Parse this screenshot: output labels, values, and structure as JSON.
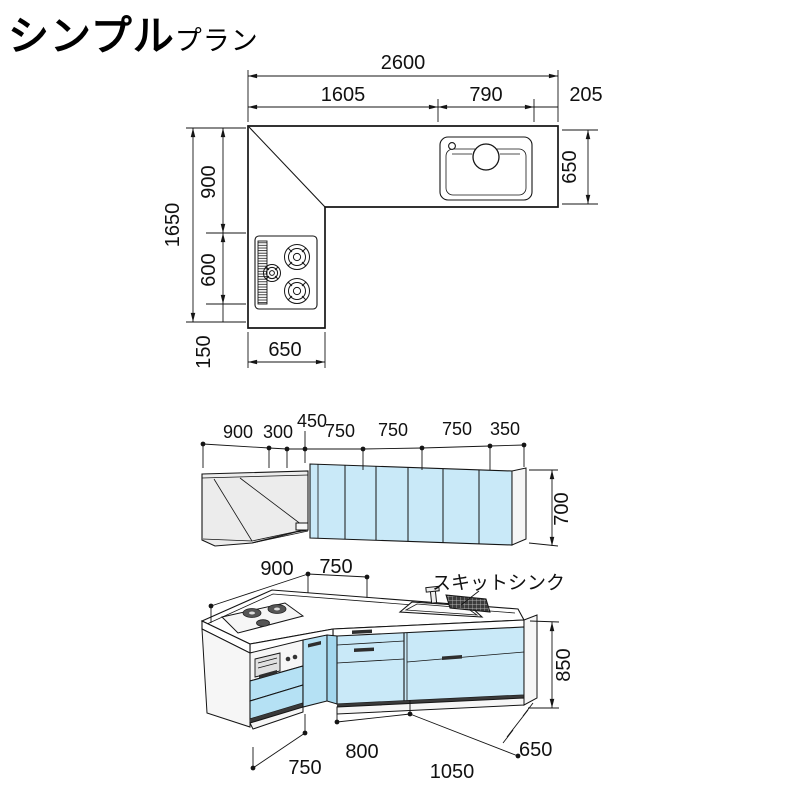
{
  "title": {
    "main": "シンプル",
    "sub": "プラン"
  },
  "plan_view": {
    "total_width": "2600",
    "width_left": "1605",
    "width_sink": "790",
    "width_right": "205",
    "depth_right": "650",
    "total_height": "1650",
    "height_top": "900",
    "height_stove": "600",
    "height_bottom": "150",
    "leg_width": "650"
  },
  "wall_units": {
    "widths": [
      "900",
      "300",
      "450",
      "750",
      "750",
      "750",
      "350"
    ],
    "height": "700"
  },
  "base_units": {
    "counter_left": "900",
    "counter_corner": "750",
    "sink_label": "スキットシンク",
    "height": "850",
    "depth": "650",
    "floor_left": "750",
    "floor_mid": "800",
    "floor_right": "1050"
  },
  "colors": {
    "cabinet_blue": "#c9e9f8",
    "cabinet_blue_shade": "#b5e1f4",
    "hood_gray": "#ececec",
    "line": "#151515"
  }
}
